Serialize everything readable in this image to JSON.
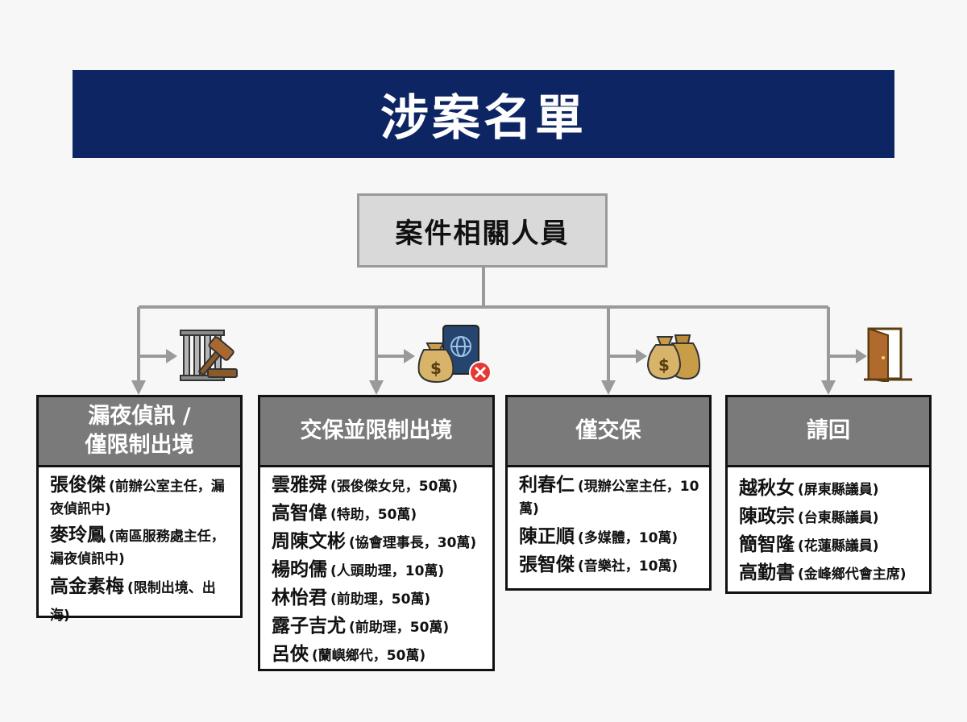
{
  "title": "涉案名單",
  "root_label": "案件相關人員",
  "colors": {
    "banner": "#0d2562",
    "header": "#7a7a7a",
    "connector": "#9a9a9a"
  },
  "groups": [
    {
      "label": "漏夜偵訊 /\n僅限制出境",
      "icon": "prison-gavel-icon",
      "people": [
        {
          "name": "張俊傑",
          "note": "(前辦公室主任，漏夜偵訊中)"
        },
        {
          "name": "麥玲鳳",
          "note": "(南區服務處主任，漏夜偵訊中)"
        },
        {
          "name": "高金素梅",
          "note": "(限制出境、出海)"
        }
      ]
    },
    {
      "label": "交保並限制出境",
      "icon": "money-bag-passport-denied-icon",
      "people": [
        {
          "name": "雲雅舜",
          "note": "(張俊傑女兒，50萬)"
        },
        {
          "name": "高智偉",
          "note": "(特助，50萬)"
        },
        {
          "name": "周陳文彬",
          "note": "(協會理事長，30萬)"
        },
        {
          "name": "楊昀儒",
          "note": "(人頭助理，10萬)"
        },
        {
          "name": "林怡君",
          "note": "(前助理，50萬)"
        },
        {
          "name": "露子吉尤",
          "note": "(前助理，50萬)"
        },
        {
          "name": "呂俠",
          "note": "(蘭嶼鄉代，50萬)"
        }
      ]
    },
    {
      "label": "僅交保",
      "icon": "money-bags-icon",
      "people": [
        {
          "name": "利春仁",
          "note": "(現辦公室主任，10萬)"
        },
        {
          "name": "陳正順",
          "note": "(多媒體，10萬)"
        },
        {
          "name": "張智傑",
          "note": "(音樂社，10萬)"
        }
      ]
    },
    {
      "label": "請回",
      "icon": "open-door-icon",
      "people": [
        {
          "name": "越秋女",
          "note": "(屏東縣議員)"
        },
        {
          "name": "陳政宗",
          "note": "(台東縣議員)"
        },
        {
          "name": "簡智隆",
          "note": "(花蓮縣議員)"
        },
        {
          "name": "高勤書",
          "note": "(金峰鄉代會主席)"
        }
      ]
    }
  ]
}
